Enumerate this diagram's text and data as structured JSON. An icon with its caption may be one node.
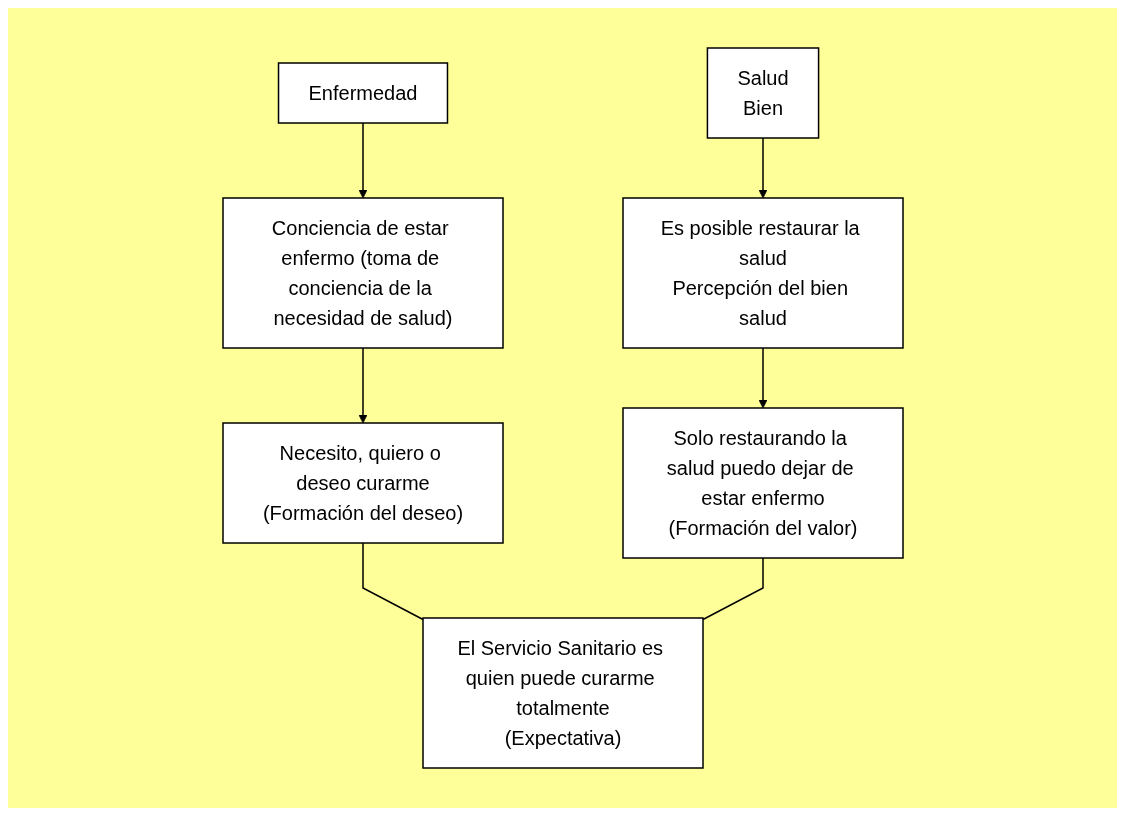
{
  "diagram": {
    "nodes": [
      {
        "text": [
          "Enfermedad"
        ]
      },
      {
        "text": [
          "Salud",
          "Bien"
        ]
      },
      {
        "text": [
          "Conciencia de estar enfermo (toma de conciencia de la necesidad de salud)"
        ]
      },
      {
        "text": [
          "Es posible restaurar la salud",
          "Percepción del bien salud"
        ]
      },
      {
        "text": [
          "Necesito, quiero o deseo curarme",
          "(Formación del deseo)"
        ]
      },
      {
        "text": [
          "Solo restaurando la salud puedo dejar de estar enfermo",
          "(Formación del valor)"
        ]
      },
      {
        "text": [
          "El Servicio Sanitario es quien puede curarme totalmente",
          "(Expectativa)"
        ]
      }
    ],
    "edges": [
      {
        "from": 0,
        "to": 2,
        "arrow": "to"
      },
      {
        "from": 2,
        "to": 4,
        "arrow": "to"
      },
      {
        "from": 1,
        "to": 3,
        "arrow": "to"
      },
      {
        "from": 3,
        "to": 5,
        "arrow": "to"
      },
      {
        "from": 4,
        "to": 6,
        "arrow": "none"
      },
      {
        "from": 5,
        "to": 6,
        "arrow": "none"
      }
    ]
  }
}
